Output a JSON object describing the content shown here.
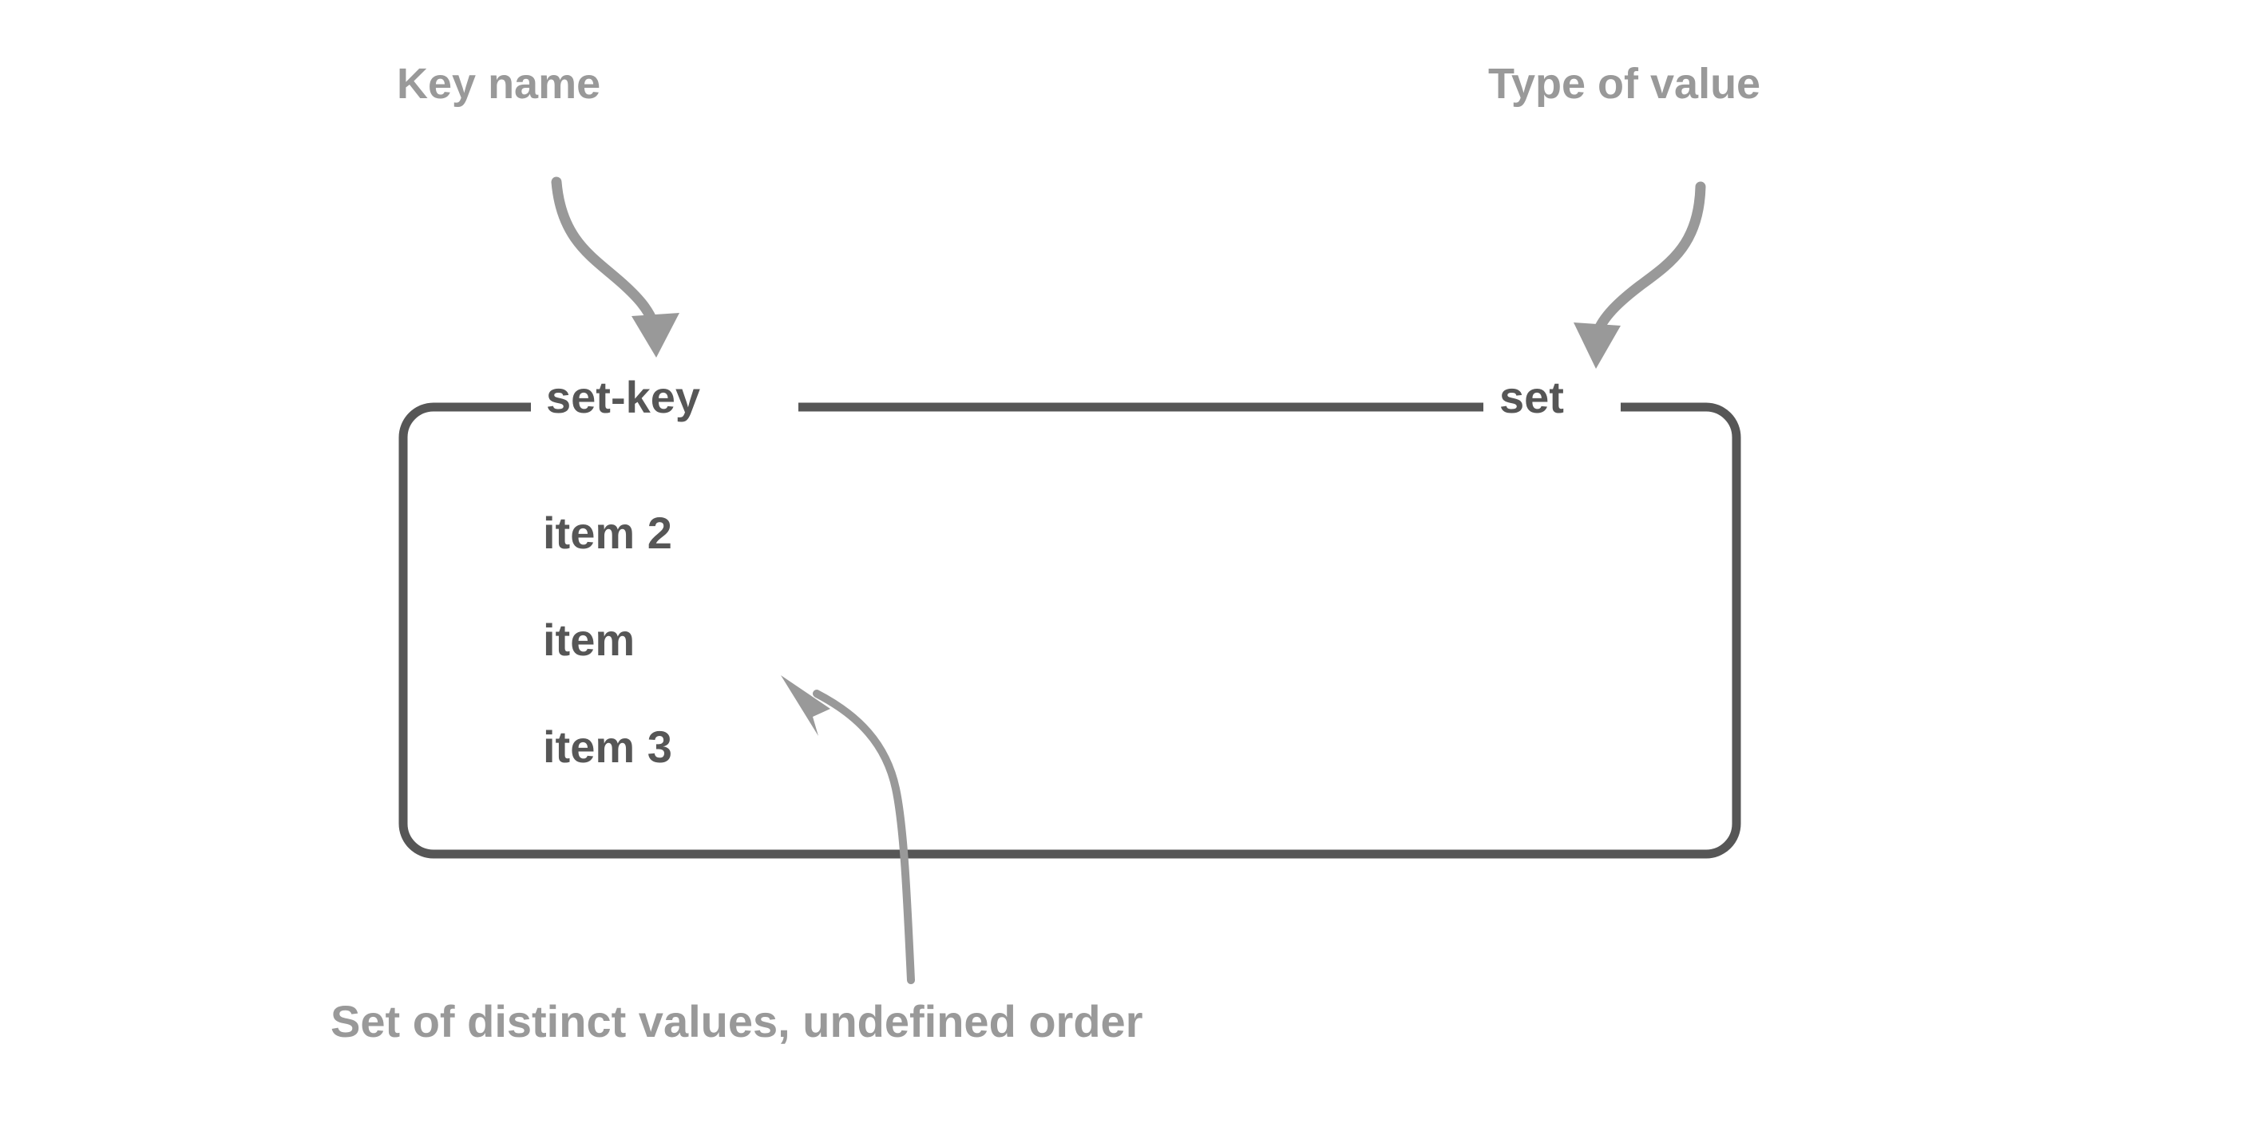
{
  "diagram": {
    "title": "Set data type structure",
    "colors": {
      "background": "#ffffff",
      "box_stroke": "#565656",
      "primary_text": "#565656",
      "annotation_text": "#999999",
      "annotation_arrow": "#999999"
    }
  },
  "annotations": {
    "key_name": "Key name",
    "type_of_value": "Type of value",
    "caption": "Set of distinct values, undefined order"
  },
  "box": {
    "key_label": "set-key",
    "type_label": "set",
    "items": [
      "item 2",
      "item",
      "item 3"
    ]
  },
  "arrows": [
    {
      "name": "key-name-arrow",
      "from": "Key name",
      "to": "set-key",
      "direction": "down-right"
    },
    {
      "name": "type-value-arrow",
      "from": "Type of value",
      "to": "set",
      "direction": "down-left"
    },
    {
      "name": "caption-arrow",
      "from": "Set of distinct values, undefined order",
      "to": "item list",
      "direction": "up-left"
    }
  ]
}
